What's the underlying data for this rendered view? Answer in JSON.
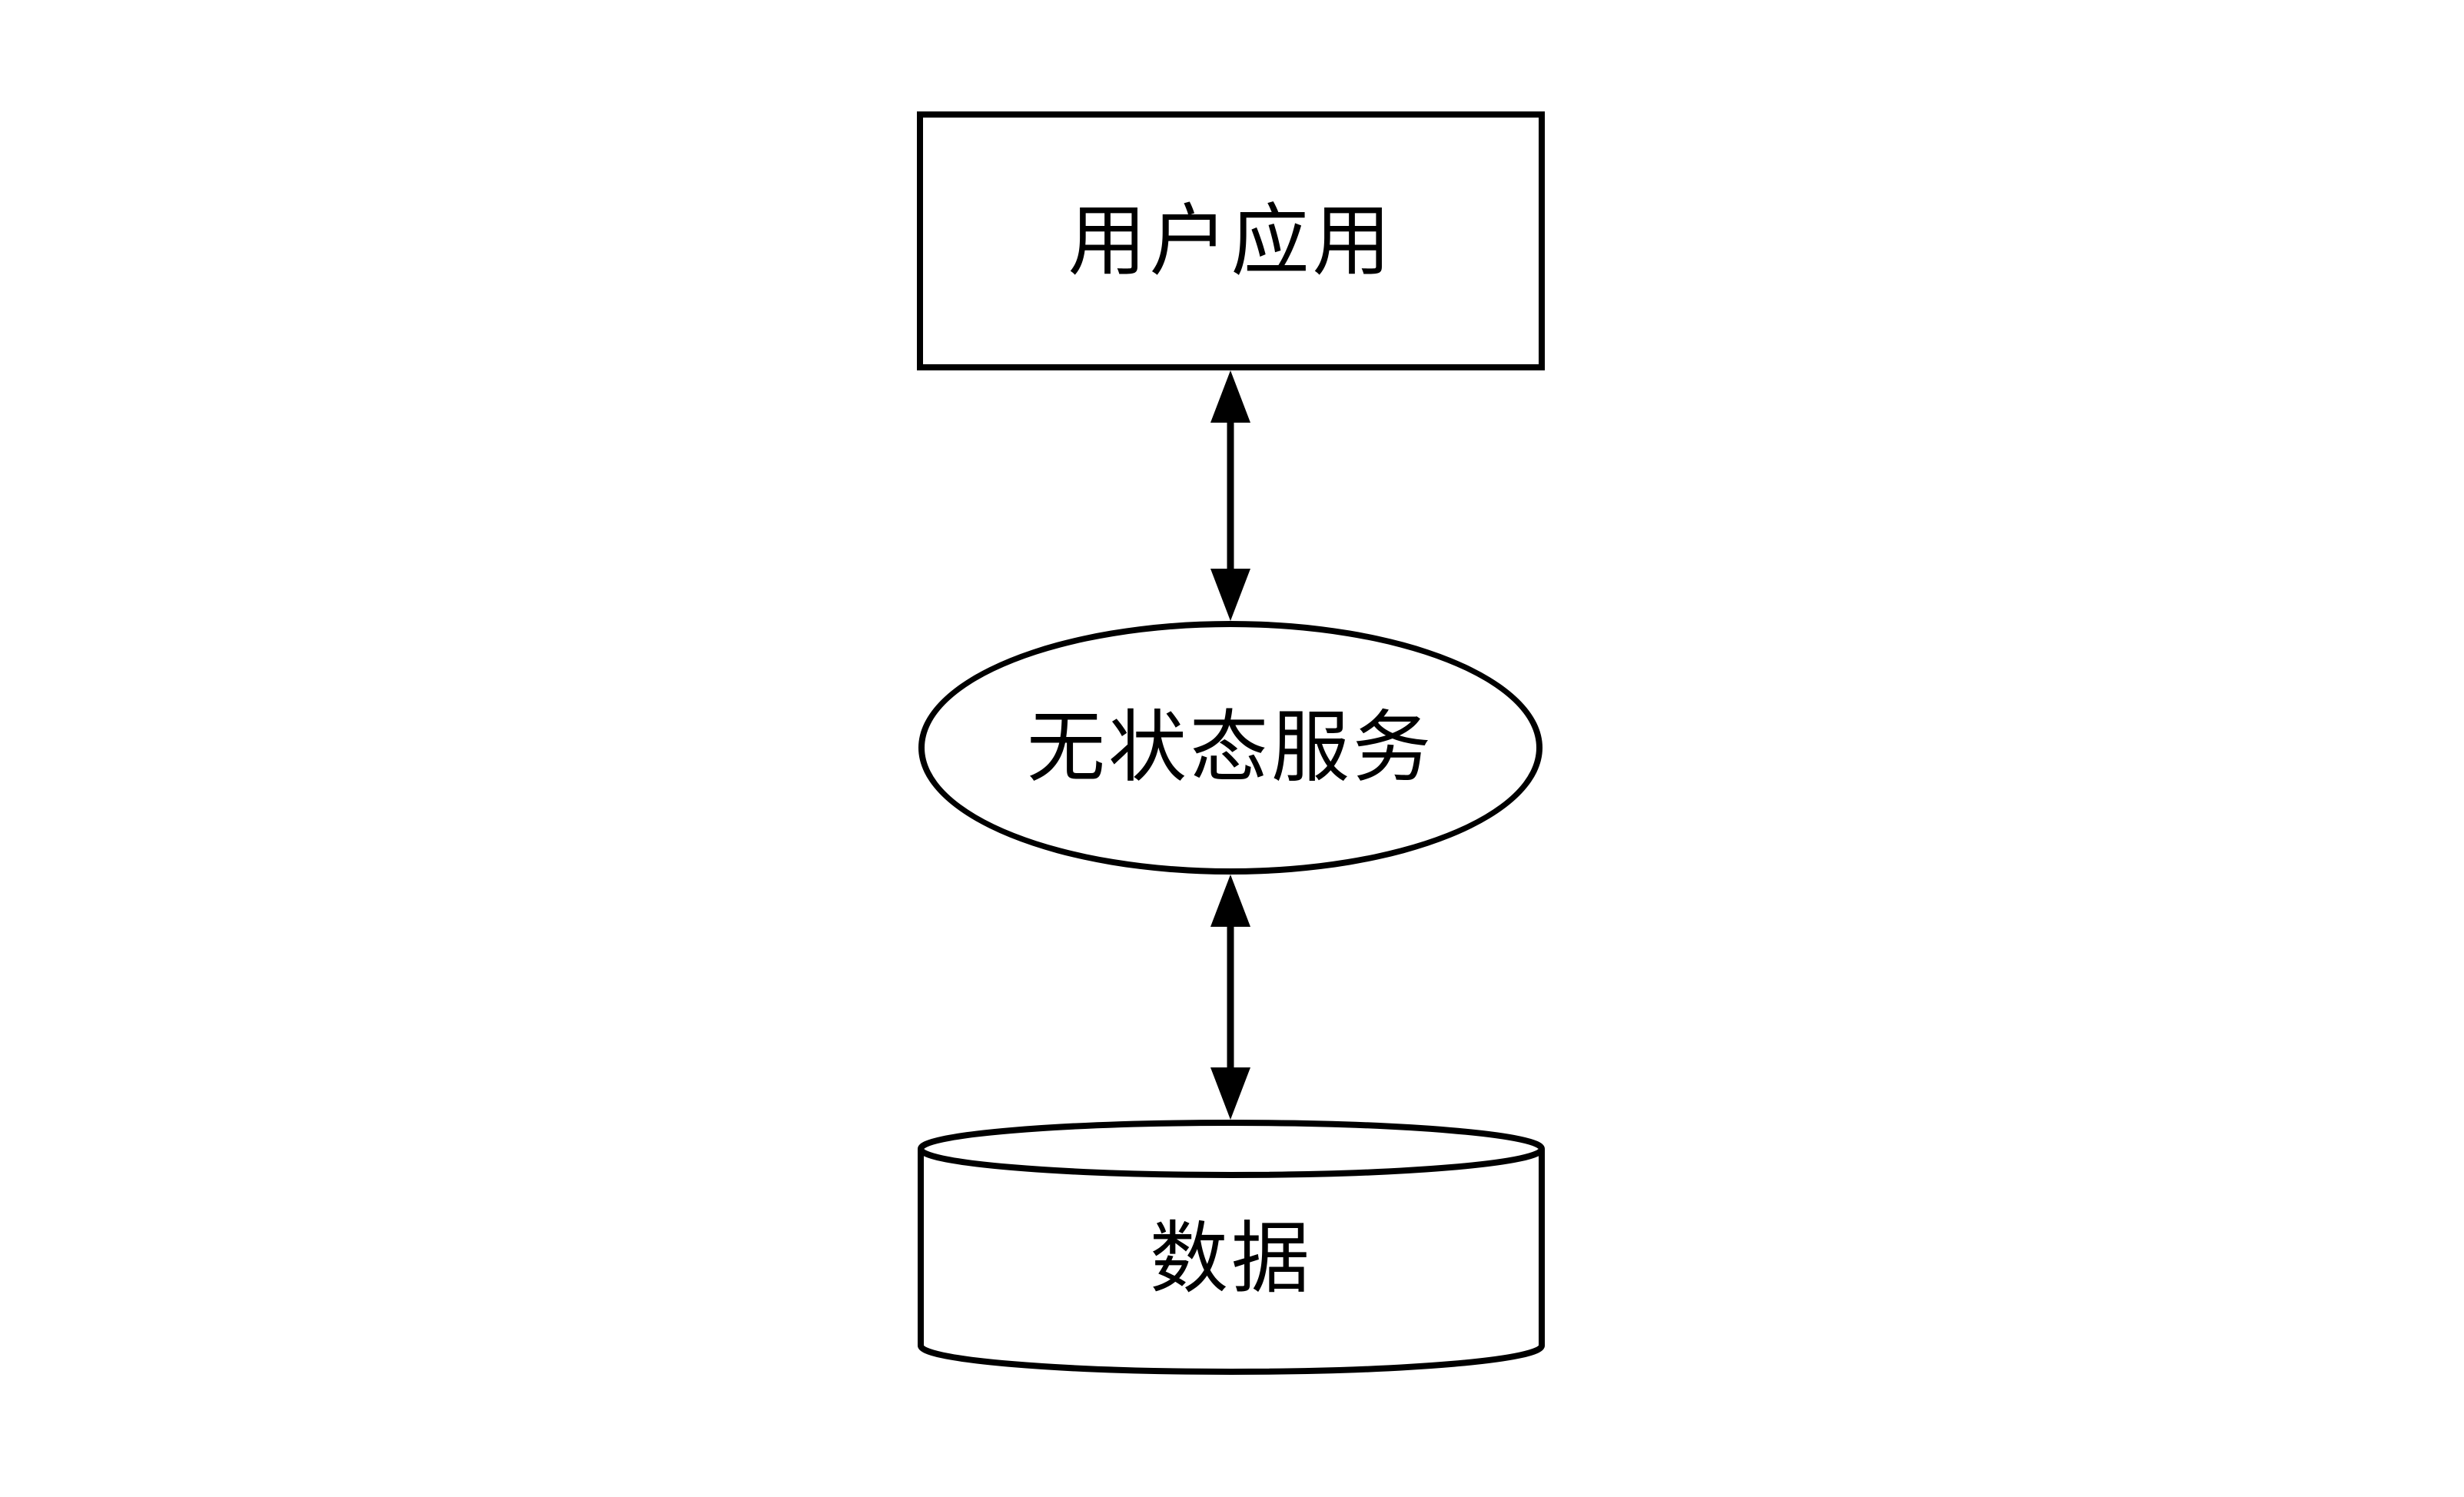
{
  "diagram": {
    "colors": {
      "background": "#ffffff",
      "stroke": "#000000",
      "node_fill": "#ffffff",
      "text": "#000000"
    },
    "nodes": [
      {
        "id": "user-application",
        "shape": "rectangle",
        "label": "用户应用"
      },
      {
        "id": "stateless-service",
        "shape": "ellipse",
        "label": "无状态服务"
      },
      {
        "id": "data",
        "shape": "cylinder",
        "label": "数据"
      }
    ],
    "edges": [
      {
        "from": "user-application",
        "to": "stateless-service",
        "style": "bidirectional-arrow"
      },
      {
        "from": "stateless-service",
        "to": "data",
        "style": "bidirectional-arrow"
      }
    ]
  }
}
